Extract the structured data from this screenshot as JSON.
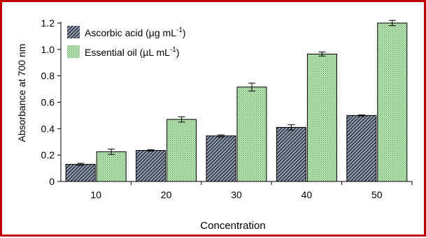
{
  "colors": {
    "border": "#c00000",
    "ascorbic_fill": "#9aa6b6",
    "ascorbic_stripe": "#2a3040",
    "oil_fill": "#bfe6b8",
    "oil_dot": "#4f9a52",
    "axis": "#000000"
  },
  "chart_data": {
    "type": "bar",
    "xlabel": "Concentration",
    "ylabel": "Absorbance at 700 nm",
    "ylim": [
      0,
      1.2
    ],
    "yticks": [
      0,
      0.2,
      0.4,
      0.6,
      0.8,
      1.0,
      1.2
    ],
    "ytick_labels": [
      "0",
      "0.2",
      "0.4",
      "0.6",
      "0.8",
      "1.0",
      "1.2"
    ],
    "categories": [
      "10",
      "20",
      "30",
      "40",
      "50"
    ],
    "legend_position": "top-left",
    "series": [
      {
        "name": "Ascorbic acid (µg mL",
        "name_sup": "-1",
        "name_end": ")",
        "pattern": "diagonal-stripes",
        "values": [
          0.13,
          0.235,
          0.345,
          0.41,
          0.5
        ],
        "errors": [
          0.008,
          0.005,
          0.008,
          0.02,
          0.004
        ]
      },
      {
        "name": "Essential oil (µL mL",
        "name_sup": "-1",
        "name_end": ")",
        "pattern": "dots",
        "values": [
          0.225,
          0.47,
          0.715,
          0.965,
          1.2
        ],
        "errors": [
          0.02,
          0.02,
          0.03,
          0.015,
          0.02
        ]
      }
    ]
  }
}
